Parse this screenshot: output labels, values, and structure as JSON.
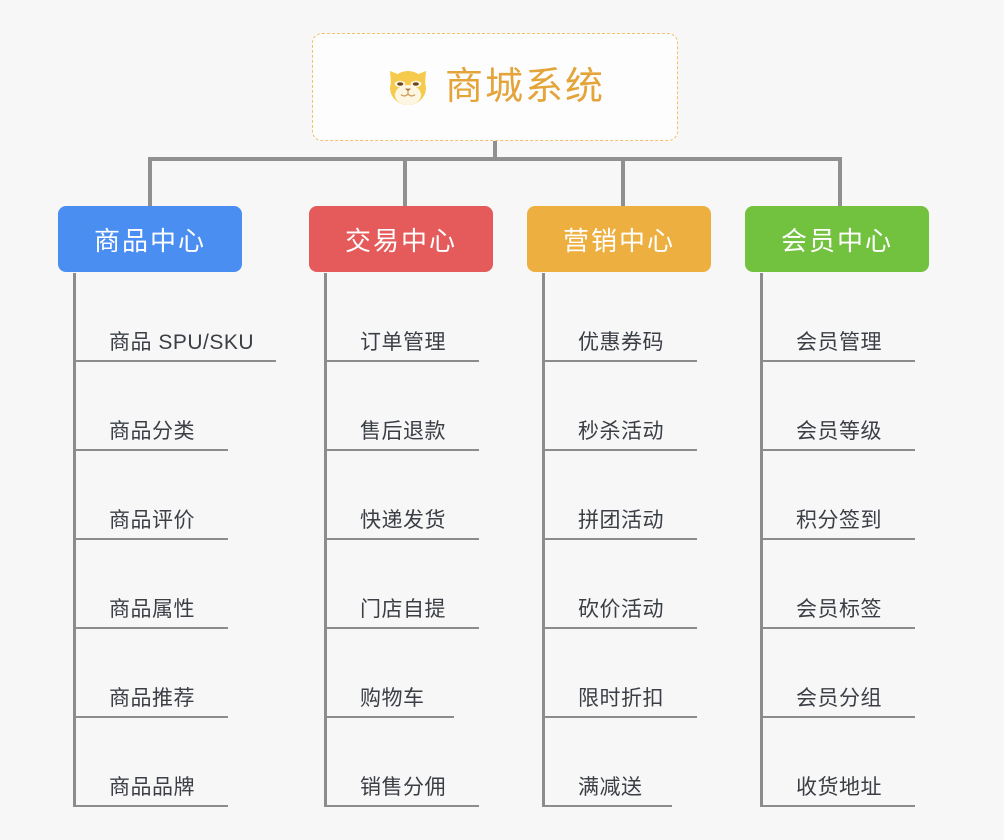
{
  "diagram": {
    "type": "org-chart",
    "background_color": "#f7f7f7",
    "root": {
      "title": "商城系统",
      "icon": "shiba-dog-face-icon",
      "text_color": "#e3a53a",
      "border_color": "#f0c06a",
      "background_color": "#fdfdfd"
    },
    "connector_color": "#909090",
    "branches": [
      {
        "label": "商品中心",
        "color": "#4a8ef2",
        "items": [
          "商品 SPU/SKU",
          "商品分类",
          "商品评价",
          "商品属性",
          "商品推荐",
          "商品品牌"
        ]
      },
      {
        "label": "交易中心",
        "color": "#e55b5b",
        "items": [
          "订单管理",
          "售后退款",
          "快递发货",
          "门店自提",
          "购物车",
          "销售分佣"
        ]
      },
      {
        "label": "营销中心",
        "color": "#eeaf41",
        "items": [
          "优惠券码",
          "秒杀活动",
          "拼团活动",
          "砍价活动",
          "限时折扣",
          "满减送"
        ]
      },
      {
        "label": "会员中心",
        "color": "#73c23f",
        "items": [
          "会员管理",
          "会员等级",
          "积分签到",
          "会员标签",
          "会员分组",
          "收货地址"
        ]
      }
    ]
  }
}
